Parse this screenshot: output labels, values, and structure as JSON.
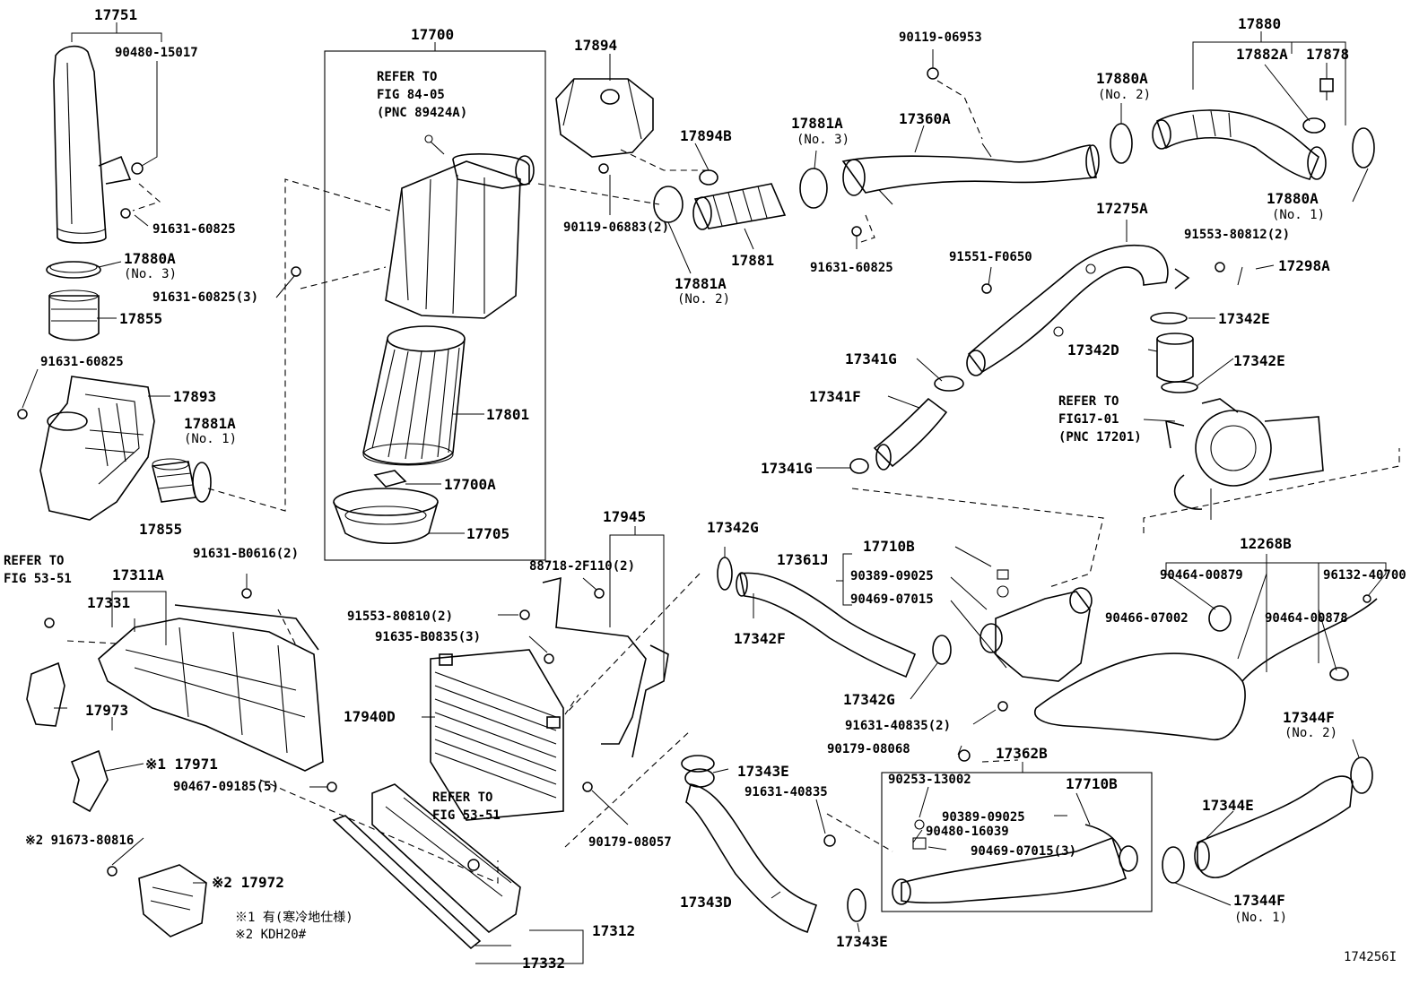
{
  "labels": {
    "p17751": "17751",
    "p90480_15017": "90480-15017",
    "p91631_60825_a": "91631-60825",
    "p17880A_a": "17880A",
    "no3_a": "(No. 3)",
    "p17855_a": "17855",
    "p91631_60825_3": "91631-60825(3)",
    "p91631_60825_b": "91631-60825",
    "p17893": "17893",
    "p17881A_a": "17881A",
    "no1_a": "(No. 1)",
    "p17855_b": "17855",
    "p17700": "17700",
    "refer1_1": "REFER TO",
    "refer1_2": "FIG 84-05",
    "refer1_3": "(PNC 89424A)",
    "p17801": "17801",
    "p17700A": "17700A",
    "p17705": "17705",
    "p17894": "17894",
    "p17894B": "17894B",
    "p90119_06883_2": "90119-06883(2)",
    "p17881A_b": "17881A",
    "no2_b": "(No. 2)",
    "p17881": "17881",
    "p17881A_c": "17881A",
    "no3_c": "(No. 3)",
    "p90119_06953": "90119-06953",
    "p17360A": "17360A",
    "p91631_60825_c": "91631-60825",
    "p17880": "17880",
    "p17880A_b": "17880A",
    "no2_d": "(No. 2)",
    "p17882A": "17882A",
    "p17878": "17878",
    "p17880A_c": "17880A",
    "no1_c": "(No. 1)",
    "p17275A": "17275A",
    "p91551_F0650": "91551-F0650",
    "p91553_80812_2": "91553-80812(2)",
    "p17298A": "17298A",
    "p17342E_a": "17342E",
    "p17342D": "17342D",
    "p17342E_b": "17342E",
    "p17341G_a": "17341G",
    "p17341F": "17341F",
    "p17341G_b": "17341G",
    "refer2_1": "REFER TO",
    "refer2_2": "FIG17-01",
    "refer2_3": "(PNC 17201)",
    "refer3_1": "REFER TO",
    "refer3_2": "FIG 53-51",
    "p17311A": "17311A",
    "p17331": "17331",
    "p91631_B0616_2": "91631-B0616(2)",
    "p17973": "17973",
    "p17971": "※1 17971",
    "p90467_09185_5": "90467-09185(5)",
    "p91673_80816": "※2 91673-80816",
    "p17972": "※2 17972",
    "note1": "※1 有(寒冷地仕様)",
    "note2": "※2 KDH20#",
    "p17945": "17945",
    "p88718_2F110_2": "88718-2F110(2)",
    "p91553_80810_2": "91553-80810(2)",
    "p91635_B0835_3": "91635-B0835(3)",
    "p17940D": "17940D",
    "refer4_1": "REFER TO",
    "refer4_2": "FIG 53-51",
    "p90179_08057": "90179-08057",
    "p17312": "17312",
    "p17332": "17332",
    "p17342G_a": "17342G",
    "p17361J": "17361J",
    "p17342F": "17342F",
    "p17710B_a": "17710B",
    "p90389_09025_a": "90389-09025",
    "p90469_07015_a": "90469-07015",
    "p17342G_b": "17342G",
    "p91631_40835_2": "91631-40835(2)",
    "p90179_08068": "90179-08068",
    "p17362B": "17362B",
    "p17343E_a": "17343E",
    "p91631_40835": "91631-40835",
    "p17343D": "17343D",
    "p17343E_b": "17343E",
    "p90253_13002": "90253-13002",
    "p17710B_b": "17710B",
    "p90389_09025_b": "90389-09025",
    "p90480_16039": "90480-16039",
    "p90469_07015_3": "90469-07015(3)",
    "p12268B": "12268B",
    "p90464_00879": "90464-00879",
    "p96132_40700": "96132-40700",
    "p90466_07002": "90466-07002",
    "p90464_00878": "90464-00878",
    "p17344F_a": "17344F",
    "no2_e": "(No. 2)",
    "p17344E": "17344E",
    "p17344F_b": "17344F",
    "no1_e": "(No. 1)",
    "figid": "174256I"
  },
  "icons": {
    "air_cleaner": "air-cleaner-housing-icon",
    "filter": "filter-element-icon",
    "hose": "hose-icon",
    "clamp": "hose-clamp-icon",
    "intercooler": "intercooler-icon",
    "turbo": "turbocharger-icon",
    "bolt": "bolt-icon"
  }
}
